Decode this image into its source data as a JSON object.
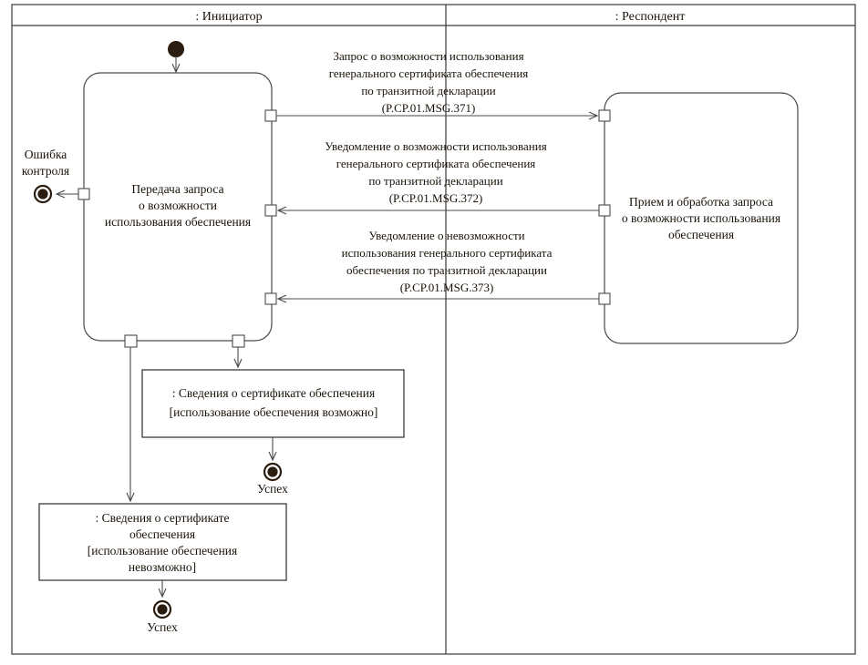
{
  "diagram": {
    "type": "uml-activity-diagram",
    "lanes": [
      {
        "id": "initiator",
        "title": ": Инициатор"
      },
      {
        "id": "respondent",
        "title": ": Респондент"
      }
    ],
    "activities": {
      "initiator_activity": {
        "lines": [
          "Передача запроса",
          "о возможности",
          "использования обеспечения"
        ]
      },
      "respondent_activity": {
        "lines": [
          "Прием и обработка запроса",
          "о возможности использования",
          "обеспечения"
        ]
      }
    },
    "messages": [
      {
        "id": "msg371",
        "direction": "initiator-to-respondent",
        "lines": [
          "Запрос о возможности использования",
          "генерального  сертификата обеспечения",
          "по транзитной декларации",
          "(P.CP.01.MSG.371)"
        ],
        "code": "P.CP.01.MSG.371"
      },
      {
        "id": "msg372",
        "direction": "respondent-to-initiator",
        "lines": [
          "Уведомление о возможности использования",
          "генерального  сертификата обеспечения",
          "по транзитной декларации",
          "(P.CP.01.MSG.372)"
        ],
        "code": "P.CP.01.MSG.372"
      },
      {
        "id": "msg373",
        "direction": "respondent-to-initiator",
        "lines": [
          "Уведомление о  невозможности",
          "использования  генерального сертификата",
          "обеспечения по транзитной декларации",
          "(P.CP.01.MSG.373)"
        ],
        "code": "P.CP.01.MSG.373"
      }
    ],
    "object_nodes": [
      {
        "id": "obj_possible",
        "lines": [
          ": Сведения о сертификате обеспечения",
          "[использование обеспечения возможно]"
        ]
      },
      {
        "id": "obj_impossible",
        "lines": [
          ": Сведения о сертификате",
          "обеспечения",
          "[использование обеспечения",
          "невозможно]"
        ]
      }
    ],
    "end_nodes": [
      {
        "id": "error_end",
        "label_lines": [
          "Ошибка",
          "контроля"
        ]
      },
      {
        "id": "success_end_1",
        "label": "Успех"
      },
      {
        "id": "success_end_2",
        "label": "Успех"
      }
    ],
    "colors": {
      "stroke": "#4a4a4a",
      "text": "#1a1208",
      "node_fill": "#2b1d10",
      "background": "#ffffff"
    }
  }
}
